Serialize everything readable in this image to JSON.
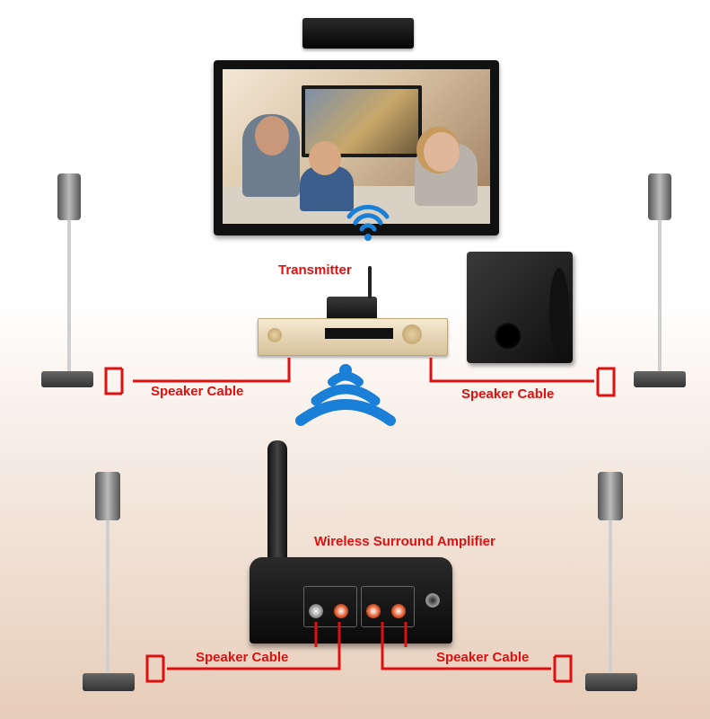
{
  "labels": {
    "transmitter": "Transmitter",
    "speaker_cable_front_left": "Speaker Cable",
    "speaker_cable_front_right": "Speaker Cable",
    "amplifier": "Wireless Surround Amplifier",
    "speaker_cable_rear_left": "Speaker Cable",
    "speaker_cable_rear_right": "Speaker Cable"
  },
  "colors": {
    "cable": "#e01010",
    "wireless": "#1a7fd6",
    "label": "#e01010"
  }
}
